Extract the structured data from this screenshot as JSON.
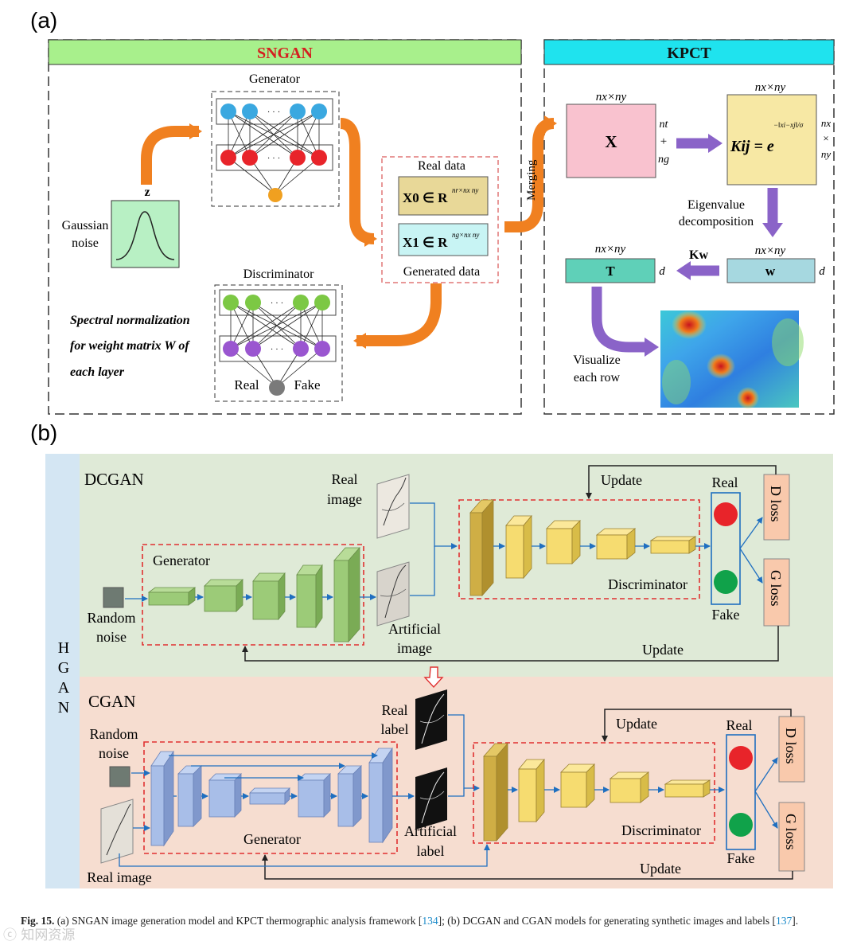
{
  "panel_a": {
    "label": "(a)",
    "sngan": {
      "title": "SNGAN",
      "generator_label": "Generator",
      "noise_label_1": "Gaussian",
      "noise_label_2": "noise",
      "z_label": "z",
      "discriminator_label": "Discriminator",
      "real_label": "Real",
      "fake_label": "Fake",
      "spectral_1": "Spectral  normalization",
      "spectral_2": "for weight matrix W of",
      "spectral_3": "each layer",
      "real_data_label": "Real data",
      "generated_data_label": "Generated data",
      "x0_formula": "X0 ∈ R",
      "x0_sup": "nr×nx ny",
      "x1_formula": "X1 ∈ R",
      "x1_sup": "ng×nx ny",
      "merging_label": "Merging",
      "dots": "· · ·"
    },
    "kpct": {
      "title": "KPCT",
      "x_label": "X",
      "x_dims": "nx×ny",
      "nt": "nt",
      "plus": "+",
      "ng": "ng",
      "k_formula": "Kij = e",
      "k_exp": "−‖xi−xj‖/σ",
      "k_dims_top": "nx×ny",
      "k_side_1": "nx",
      "k_side_2": "×",
      "k_side_3": "ny",
      "eigen_1": "Eigenvalue",
      "eigen_2": "decomposition",
      "w_label": "w",
      "w_dims": "nx×ny",
      "kw_label": "Kw",
      "t_label": "T",
      "t_dims": "nx×ny",
      "d_label": "d",
      "vis_1": "Visualize",
      "vis_2": "each row"
    }
  },
  "panel_b": {
    "label": "(b)",
    "hgan": [
      "H",
      "G",
      "A",
      "N"
    ],
    "dcgan": {
      "title": "DCGAN",
      "real_image_1": "Real",
      "real_image_2": "image",
      "generator": "Generator",
      "random_noise_1": "Random",
      "random_noise_2": "noise",
      "artificial_1": "Artificial",
      "artificial_2": "image",
      "discriminator": "Discriminator",
      "update_top": "Update",
      "update_bottom": "Update",
      "real": "Real",
      "fake": "Fake",
      "d_loss": "D loss",
      "g_loss": "G loss"
    },
    "cgan": {
      "title": "CGAN",
      "random_noise_1": "Random",
      "random_noise_2": "noise",
      "real_label_1": "Real",
      "real_label_2": "label",
      "generator": "Generator",
      "artificial_1": "Artificial",
      "artificial_2": "label",
      "real_image": "Real image",
      "discriminator": "Discriminator",
      "update_top": "Update",
      "update_bottom": "Update",
      "real": "Real",
      "fake": "Fake",
      "d_loss": "D loss",
      "g_loss": "G loss"
    }
  },
  "caption": {
    "fig": "Fig. 15.",
    "text_1": " (a) SNGAN image generation model and KPCT thermographic analysis framework [",
    "ref_1": "134",
    "text_2": "]; (b) DCGAN and CGAN models for generating synthetic images and labels [",
    "ref_2": "137",
    "text_3": "]."
  },
  "watermark": "ⓒ 知网资源",
  "colors": {
    "sngan_header": "#a8f08c",
    "kpct_header": "#1fe3ee",
    "orange_arrow": "#f08020",
    "purple_arrow": "#8a63c8",
    "x_box": "#f9c2cf",
    "k_box": "#f7e8a4",
    "t_box": "#5fd0b8",
    "w_box": "#a6d8e0",
    "dcgan_bg": "#dfead7",
    "cgan_bg": "#f6ddd0",
    "hgan_strip": "#d4e6f3",
    "loss_box": "#f9c9ac",
    "gen_green": "#9ccb78",
    "gen_blue": "#a8bee8",
    "disc_yellow": "#f6dc70",
    "disc_gold": "#cfae45",
    "red_node": "#e8242a",
    "green_node": "#10a24a"
  }
}
